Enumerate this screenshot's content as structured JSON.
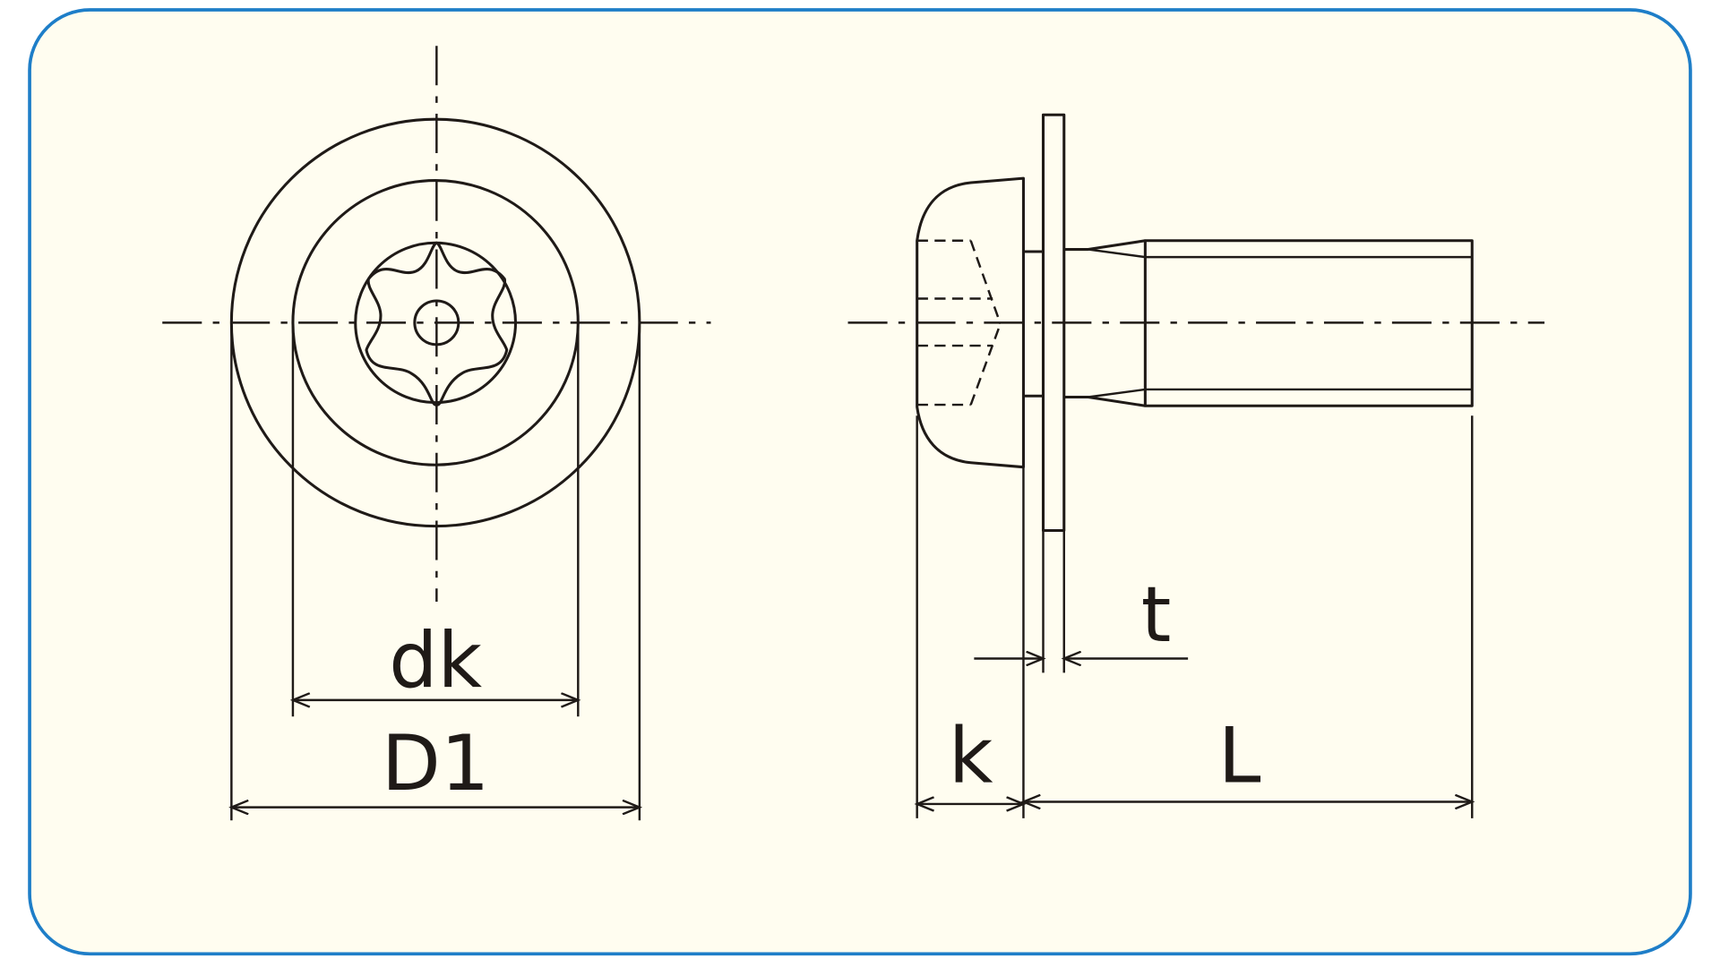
{
  "colors": {
    "panel_fill": "#fffdf0",
    "panel_border": "#1e7ec8",
    "line": "#1f1a17"
  },
  "labels": {
    "dk": "dk",
    "d1": "D1",
    "t": "t",
    "k": "k",
    "L": "L"
  }
}
